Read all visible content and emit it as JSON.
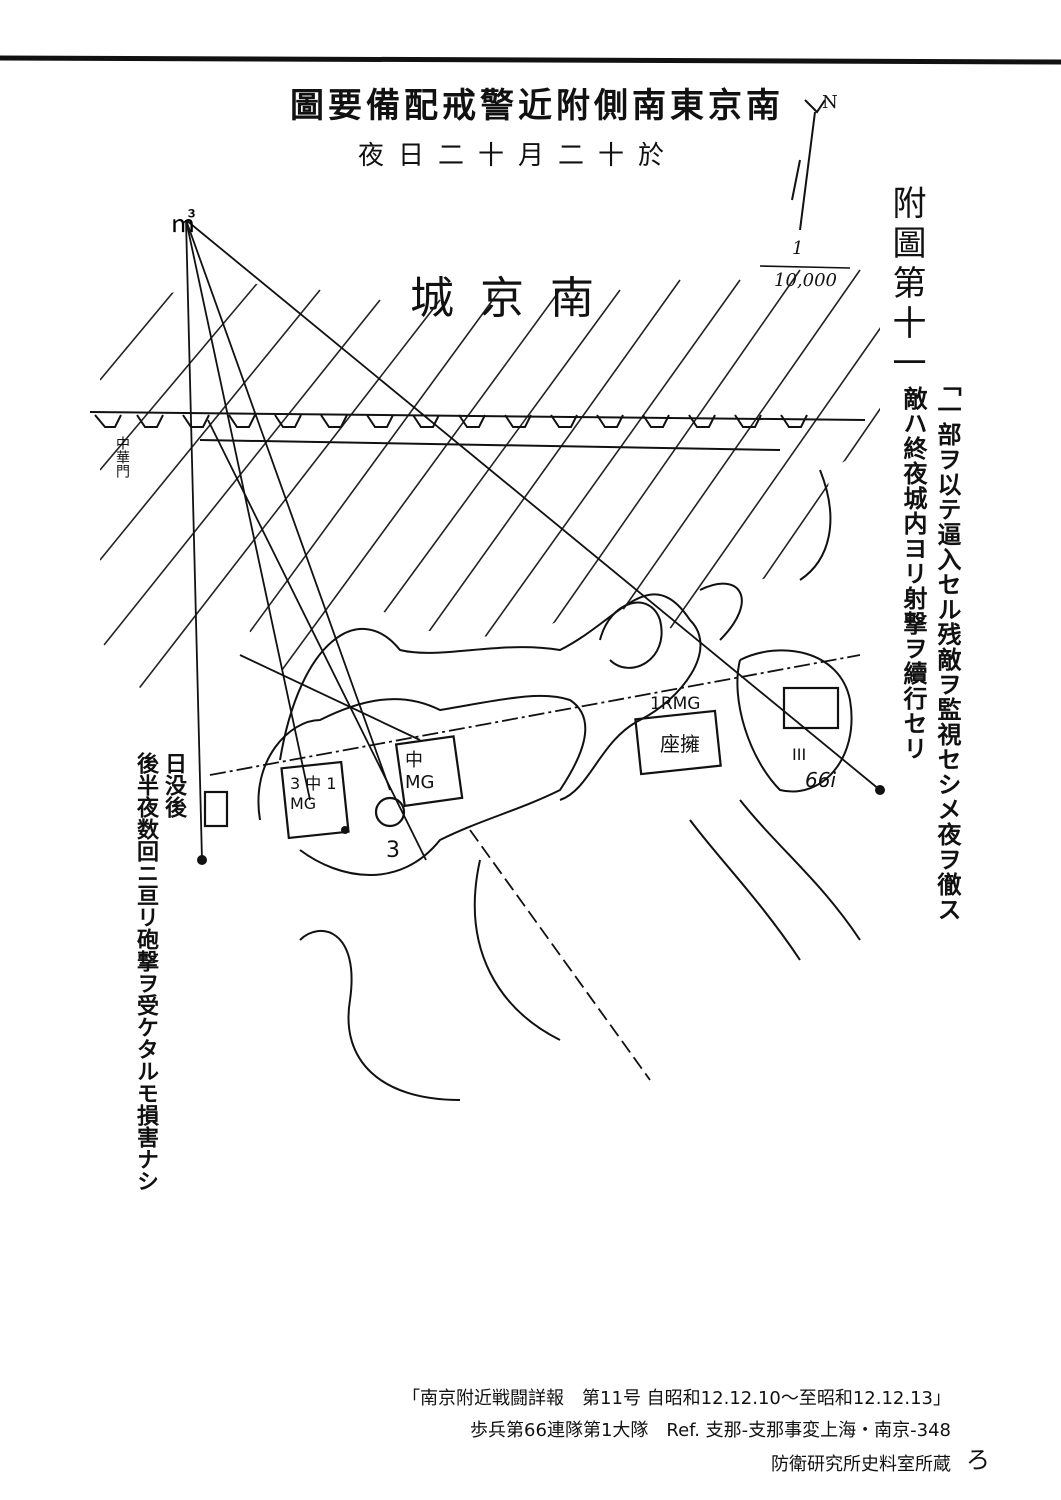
{
  "map": {
    "title": "南京東南側附近警戒配備要圖",
    "date": "於十二月十二日夜",
    "figure_number": "附圖第十一",
    "city_label": "南京城",
    "gate_label": "中華門",
    "scale_numerator": "1",
    "scale_denominator": "10,000",
    "north_label": "N",
    "notes": {
      "right_1": "「一部ヲ以テ逼入セル残敵ヲ監視セシメ夜ヲ徹ス",
      "right_2": "敵ハ終夜城内ヨリ射撃ヲ續行セリ",
      "left_1": "日没後",
      "left_2": "後半夜数回ニ亘リ砲撃ヲ受ケタルモ損害ナシ"
    },
    "unit_labels": {
      "mg_center": "中 MG",
      "mg_left": "3 中 1 MG",
      "rmg": "1RMG",
      "gun": "座擁",
      "battalion": "III",
      "regiment": "66i",
      "unit_3": "3"
    }
  },
  "footer": {
    "line1": "「南京附近戦闘詳報　第11号 自昭和12.12.10〜至昭和12.12.13」",
    "line2": "歩兵第66連隊第1大隊　Ref. 支那-支那事変上海・南京-348",
    "line3": "防衛研究所史料室所蔵",
    "page_mark": "ろ"
  }
}
